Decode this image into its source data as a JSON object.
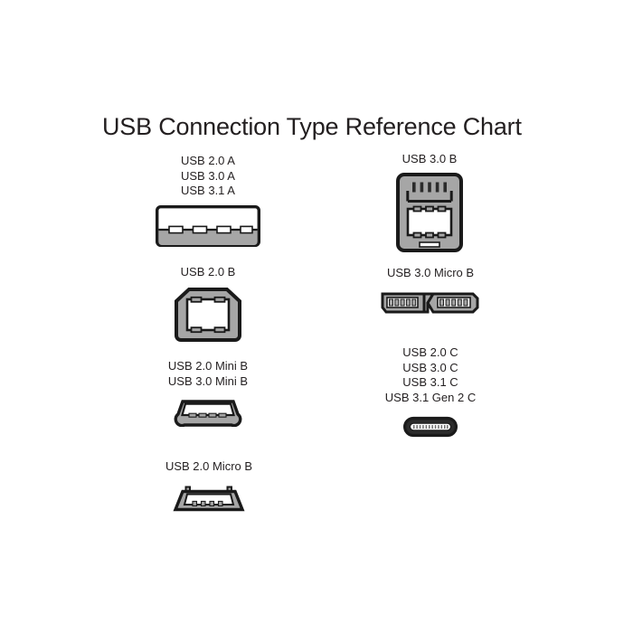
{
  "chart": {
    "title": "USB Connection Type Reference Chart",
    "background_color": "#ffffff",
    "text_color": "#231f20",
    "outline_color": "#1a1a1a",
    "body_fill_color": "#a6a6a6",
    "contact_fill_color": "#ffffff"
  },
  "entries": [
    {
      "id": "usb-a",
      "icon": "usb-type-a-connector-icon",
      "labels": [
        "USB 2.0 A",
        "USB 3.0 A",
        "USB 3.1 A"
      ]
    },
    {
      "id": "usb-3-b",
      "icon": "usb-3-type-b-connector-icon",
      "labels": [
        "USB 3.0 B"
      ]
    },
    {
      "id": "usb-2-b",
      "icon": "usb-2-type-b-connector-icon",
      "labels": [
        "USB 2.0 B"
      ]
    },
    {
      "id": "usb-3-micro-b",
      "icon": "usb-3-micro-b-connector-icon",
      "labels": [
        "USB 3.0 Micro B"
      ]
    },
    {
      "id": "usb-mini-b",
      "icon": "usb-mini-b-connector-icon",
      "labels": [
        "USB 2.0 Mini B",
        "USB 3.0 Mini B"
      ]
    },
    {
      "id": "usb-c",
      "icon": "usb-type-c-connector-icon",
      "labels": [
        "USB 2.0 C",
        "USB 3.0 C",
        "USB 3.1 C",
        "USB 3.1 Gen 2 C"
      ]
    },
    {
      "id": "usb-2-micro-b",
      "icon": "usb-2-micro-b-connector-icon",
      "labels": [
        "USB 2.0 Micro B"
      ]
    }
  ]
}
